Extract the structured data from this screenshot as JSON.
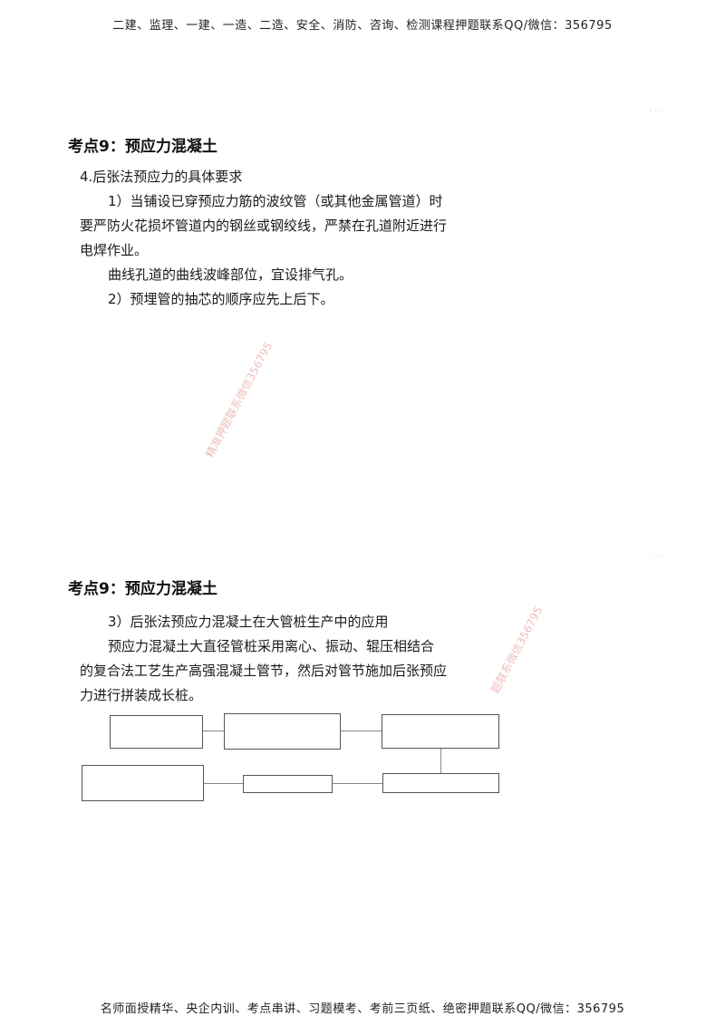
{
  "header": {
    "text": "二建、监理、一建、一造、二造、安全、消防、咨询、检测课程押题联系QQ/微信：356795"
  },
  "section1": {
    "heading": "考点9：预应力混凝土",
    "lines": [
      "4.后张法预应力的具体要求",
      "1）当铺设已穿预应力筋的波纹管（或其他金属管道）时",
      "要严防火花损坏管道内的钢丝或钢绞线，严禁在孔道附近进行",
      "电焊作业。",
      "曲线孔道的曲线波峰部位，宜设排气孔。",
      "2）预埋管的抽芯的顺序应先上后下。"
    ]
  },
  "watermarks": {
    "w1": "精准押题联系微信356795",
    "w2": "题联系微信356795"
  },
  "section2": {
    "heading": "考点9：预应力混凝土",
    "lines": [
      "3）后张法预应力混凝土在大管桩生产中的应用",
      "预应力混凝土大直径管桩采用离心、振动、辊压相结合",
      "的复合法工艺生产高强混凝土管节，然后对管节施加后张预应",
      "力进行拼装成长桩。"
    ]
  },
  "footer": {
    "text": "名师面授精华、央企内训、考点串讲、习题模考、考前三页纸、绝密押题联系QQ/微信：356795"
  }
}
